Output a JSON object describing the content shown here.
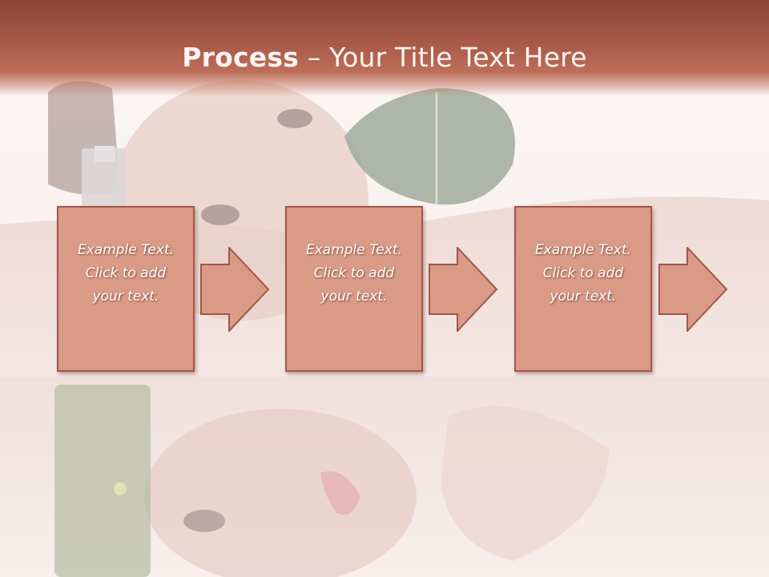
{
  "slide": {
    "title_bold": "Process",
    "title_rest": " – Your Title Text Here",
    "steps": [
      {
        "line1": "Example Text.",
        "line2": "Click  to add",
        "line3": "your text."
      },
      {
        "line1": "Example Text.",
        "line2": "Click  to add",
        "line3": "your text."
      },
      {
        "line1": "Example Text.",
        "line2": "Click  to add",
        "line3": "your text."
      }
    ]
  },
  "colors": {
    "header": "#a85a47",
    "box_fill": "#d99a86",
    "box_border": "#a0574a",
    "text": "#ffffff"
  }
}
